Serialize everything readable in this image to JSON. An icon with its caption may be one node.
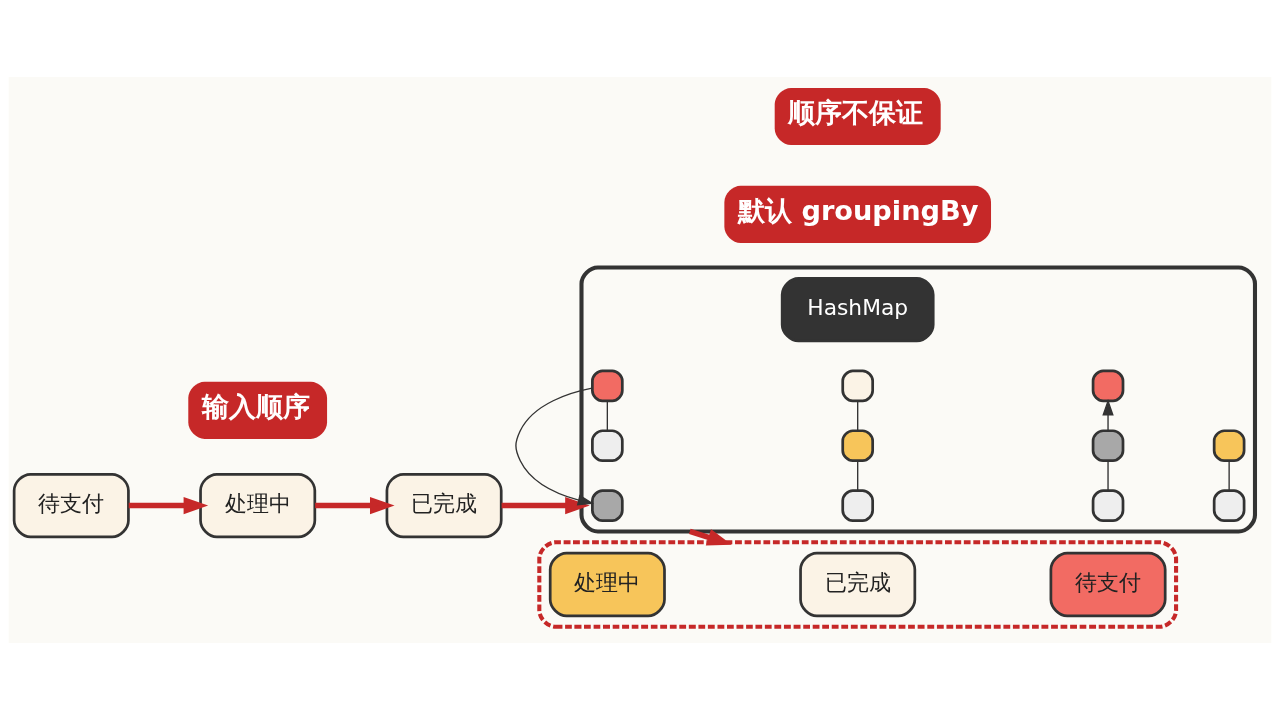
{
  "diagram": {
    "nodes": [
      {
        "text": [
          "待支付"
        ]
      },
      {
        "text": [
          "处理中"
        ]
      },
      {
        "text": [
          "已完成"
        ]
      },
      {
        "text": [],
        "shape": "funnel"
      },
      {
        "text": [
          "HashMap"
        ],
        "in": 3
      },
      {
        "text": [],
        "shape": "box",
        "in": 3
      },
      {
        "text": [],
        "shape": "box",
        "in": 3
      },
      {
        "text": [],
        "shape": "box",
        "in": 3
      },
      {
        "text": [],
        "shape": "box",
        "in": 3
      },
      {
        "text": [],
        "shape": "box",
        "in": 3
      },
      {
        "text": [],
        "shape": "box",
        "in": 3
      },
      {
        "text": [],
        "shape": "box",
        "in": 3
      },
      {
        "text": [],
        "shape": "box",
        "in": 3
      },
      {
        "text": [],
        "shape": "box",
        "in": 3
      },
      {
        "text": [],
        "shape": "box",
        "in": 3
      },
      {
        "text": [],
        "shape": "box",
        "in": 3
      },
      {
        "text": [],
        "shape": "box"
      },
      {
        "text": [
          "处理中"
        ],
        "in": 16
      },
      {
        "text": [
          "已完成"
        ],
        "in": 16
      },
      {
        "text": [
          "待支付"
        ],
        "in": 16
      }
    ],
    "edges": [
      {
        "from": 0,
        "to": 1,
        "arrow": "to",
        "color": "#c62828",
        "style": "thick"
      },
      {
        "from": 1,
        "to": 2,
        "arrow": "to",
        "color": "#c62828",
        "style": "thick"
      },
      {
        "from": 2,
        "to": 3,
        "arrow": "to",
        "color": "#c62828",
        "style": "thick"
      },
      {
        "from": 3,
        "to": 16,
        "arrow": "to",
        "color": "#c62828",
        "style": "thick"
      },
      {
        "from": 5,
        "to": 9,
        "arrow": "none"
      },
      {
        "from": 9,
        "to": 10,
        "arrow": "to"
      },
      {
        "from": 6,
        "to": 11,
        "arrow": "none"
      },
      {
        "from": 11,
        "to": 12,
        "arrow": "none"
      },
      {
        "from": 7,
        "to": 13,
        "arrow": "none"
      },
      {
        "from": 13,
        "to": 14,
        "arrow": "to"
      },
      {
        "from": 8,
        "to": 15,
        "arrow": "none"
      }
    ],
    "labels": [
      "输入顺序",
      "默认 groupingBy",
      "顺序不保证"
    ]
  }
}
